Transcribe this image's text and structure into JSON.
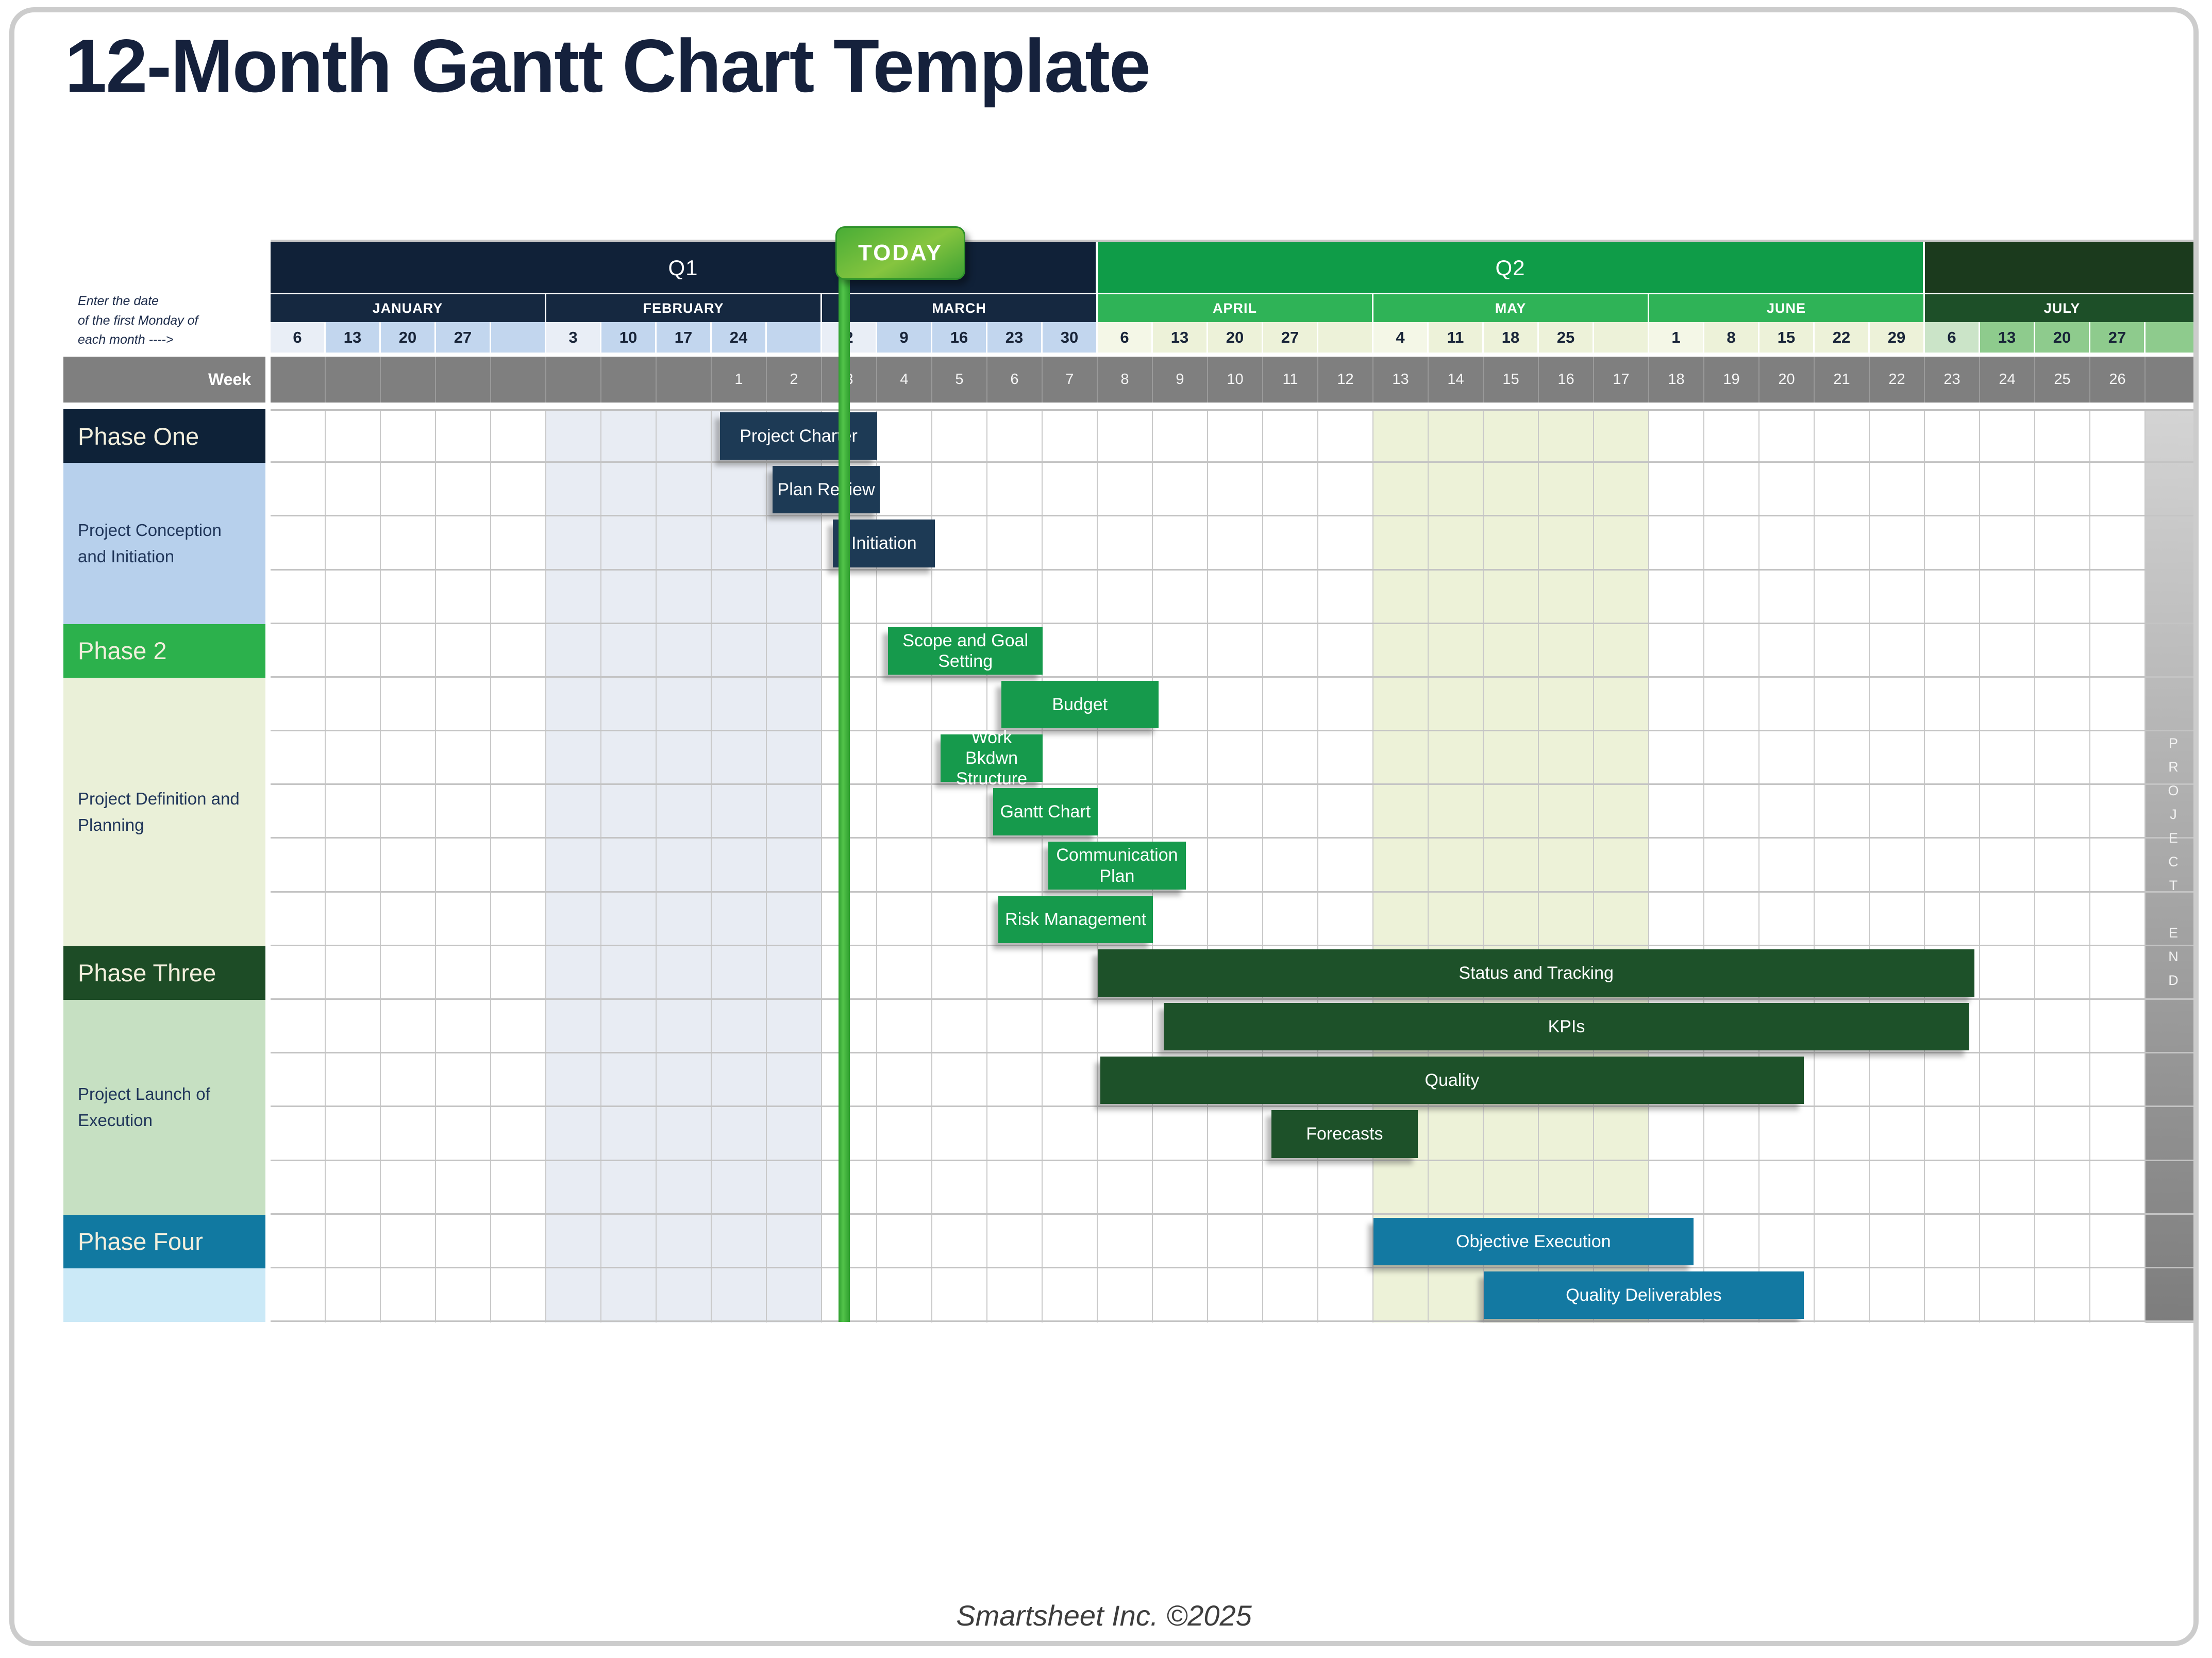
{
  "title": "12-Month Gantt Chart Template",
  "note": {
    "lines": [
      "Enter the date",
      "of the first Monday of",
      "each month ---->"
    ]
  },
  "today": {
    "label": "TODAY",
    "line_col": 11.3
  },
  "footer": "Smartsheet Inc. ©2025",
  "colors": {
    "title_text": "#15213c",
    "grid_line": "#c9c9c9",
    "week_row_bg": "#7f7f7f",
    "today_line_green": "#3fae3c",
    "feb_body_shade": "#e8ecf3",
    "may_body_shade": "#edf2d8",
    "extra_col_body": "#bfe3bd",
    "project_end_gradient_top": "#d4d4d4",
    "project_end_gradient_bottom": "#7d7d7d",
    "themes": {
      "q1": {
        "month_bg": "#152840",
        "date_bg": "#c2d6ee",
        "date_first_bg": "#e9eef6"
      },
      "q2": {
        "month_bg": "#2fb357",
        "date_bg": "#edf2d9",
        "date_first_bg": "#f4f7e7"
      },
      "q3": {
        "month_bg": "#1d4f28",
        "date_bg": "#8ecb8d",
        "date_first_bg": "#cbe4c8"
      }
    }
  },
  "timeline": {
    "week_label": "Week",
    "quarters": [
      {
        "label": "Q1",
        "start": 1,
        "end": 15,
        "bg": "#102138"
      },
      {
        "label": "Q2",
        "start": 16,
        "end": 30,
        "bg": "#0f9c48"
      },
      {
        "label": "",
        "start": 31,
        "end": 36,
        "bg": "#1b3a1d"
      }
    ],
    "months": [
      {
        "label": "JANUARY",
        "theme": "q1",
        "dates": [
          "6",
          "13",
          "20",
          "27",
          ""
        ]
      },
      {
        "label": "FEBRUARY",
        "theme": "q1",
        "dates": [
          "3",
          "10",
          "17",
          "24",
          ""
        ],
        "body_shade": "#e8ecf3"
      },
      {
        "label": "MARCH",
        "theme": "q1",
        "dates": [
          "2",
          "9",
          "16",
          "23",
          "30"
        ]
      },
      {
        "label": "APRIL",
        "theme": "q2",
        "dates": [
          "6",
          "13",
          "20",
          "27",
          ""
        ]
      },
      {
        "label": "MAY",
        "theme": "q2",
        "dates": [
          "4",
          "11",
          "18",
          "25",
          ""
        ],
        "body_shade": "#edf2d8"
      },
      {
        "label": "JUNE",
        "theme": "q2",
        "dates": [
          "1",
          "8",
          "15",
          "22",
          "29"
        ]
      },
      {
        "label": "JULY",
        "theme": "q3",
        "dates": [
          "6",
          "13",
          "20",
          "27",
          ""
        ]
      }
    ],
    "extra_column": {
      "theme": "q3",
      "date": "",
      "week": ""
    },
    "weeks_start_col": 9,
    "weeks": [
      "1",
      "2",
      "3",
      "4",
      "5",
      "6",
      "7",
      "8",
      "9",
      "10",
      "11",
      "12",
      "13",
      "14",
      "15",
      "16",
      "17",
      "18",
      "19",
      "20",
      "21",
      "22",
      "23",
      "24",
      "25",
      "26"
    ],
    "project_end_col": 35,
    "project_end_text": "PROJECT END"
  },
  "phases": [
    {
      "name": "Phase One",
      "description": "Project Conception and Initiation",
      "header_row": 1,
      "desc_rows": [
        2,
        4
      ],
      "header_bg": "#0e2238",
      "desc_bg": "#b7d0ec"
    },
    {
      "name": "Phase 2",
      "description": "Project Definition and Planning",
      "header_row": 5,
      "desc_rows": [
        6,
        10
      ],
      "header_bg": "#2cb14c",
      "desc_bg": "#eaf0d8"
    },
    {
      "name": "Phase Three",
      "description": "Project Launch of Execution",
      "header_row": 11,
      "desc_rows": [
        12,
        15
      ],
      "header_bg": "#1d4c26",
      "desc_bg": "#c6e0c2"
    },
    {
      "name": "Phase Four",
      "description": "",
      "header_row": 16,
      "desc_rows": [
        17,
        17
      ],
      "header_bg": "#1179a1",
      "desc_bg": "#cbe9f7"
    }
  ],
  "body_rows": 17,
  "bars": [
    {
      "label": "Project Charter",
      "row": 1,
      "start": 9.15,
      "end": 12.0,
      "color": "#1d3a55"
    },
    {
      "label": "Plan Review",
      "row": 2,
      "start": 10.1,
      "end": 12.05,
      "color": "#1d3a55"
    },
    {
      "label": "Initiation",
      "row": 3,
      "start": 11.2,
      "end": 13.05,
      "color": "#1d3a55"
    },
    {
      "label": "Scope and Goal Setting",
      "row": 5,
      "start": 12.2,
      "end": 15.0,
      "color": "#169a4c"
    },
    {
      "label": "Budget",
      "row": 6,
      "start": 14.25,
      "end": 17.1,
      "color": "#169a4c"
    },
    {
      "label": "Work Bkdwn Structure",
      "row": 7,
      "start": 13.15,
      "end": 15.0,
      "color": "#169a4c"
    },
    {
      "label": "Gantt Chart",
      "row": 8,
      "start": 14.1,
      "end": 16.0,
      "color": "#169a4c"
    },
    {
      "label": "Communication Plan",
      "row": 9,
      "start": 15.1,
      "end": 17.6,
      "color": "#169a4c"
    },
    {
      "label": "Risk Management",
      "row": 10,
      "start": 14.2,
      "end": 17.0,
      "color": "#169a4c"
    },
    {
      "label": "Status  and Tracking",
      "row": 11,
      "start": 16.0,
      "end": 31.9,
      "color": "#1d5129"
    },
    {
      "label": "KPIs",
      "row": 12,
      "start": 17.2,
      "end": 31.8,
      "color": "#1d5129"
    },
    {
      "label": "Quality",
      "row": 13,
      "start": 16.05,
      "end": 28.8,
      "color": "#1d5129"
    },
    {
      "label": "Forecasts",
      "row": 14,
      "start": 19.15,
      "end": 21.8,
      "color": "#1d5129"
    },
    {
      "label": "Objective Execution",
      "row": 16,
      "start": 21.0,
      "end": 26.8,
      "color": "#1379a2"
    },
    {
      "label": "Quality Deliverables",
      "row": 17,
      "start": 23.0,
      "end": 28.8,
      "color": "#1379a2"
    }
  ]
}
